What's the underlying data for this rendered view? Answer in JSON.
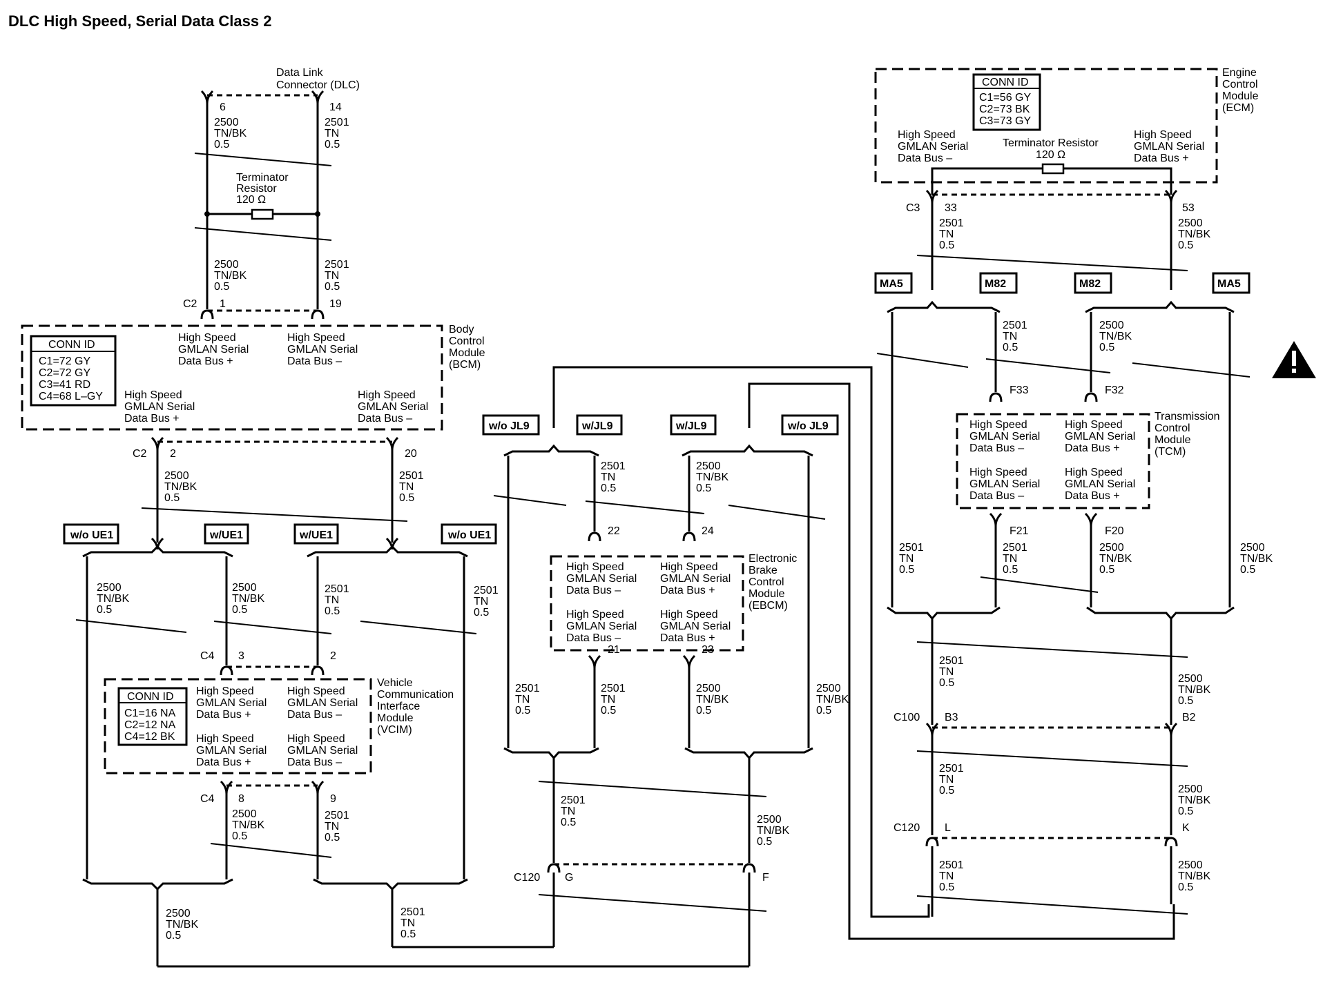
{
  "title": "DLC High Speed, Serial Data Class 2",
  "labels": {
    "hs_bus_plus": [
      "High Speed",
      "GMLAN Serial",
      "Data Bus +"
    ],
    "hs_bus_minus": [
      "High Speed",
      "GMLAN Serial",
      "Data Bus –"
    ],
    "hs_bus_minus_alt": [
      "High Speed",
      "GMLAN Serial",
      "Data Bus –"
    ],
    "terminator_resistor_dlc": [
      "Terminator",
      "Resistor",
      "120 Ω"
    ],
    "terminator_resistor_ecm": [
      "Terminator Resistor",
      "120 Ω"
    ],
    "conn_id_title": "CONN ID"
  },
  "wire_labels": {
    "w2500_tnbk": [
      "2500",
      "TN/BK",
      "0.5"
    ],
    "w2501_tn": [
      "2501",
      "TN",
      "0.5"
    ]
  },
  "modules": {
    "dlc": {
      "name": [
        "Data Link",
        "Connector (DLC)"
      ],
      "pins": [
        "6",
        "14"
      ]
    },
    "bcm": {
      "name": [
        "Body",
        "Control",
        "Module",
        "(BCM)"
      ],
      "conn_ids": [
        "C1=72 GY",
        "C2=72 GY",
        "C3=41 RD",
        "C4=68 L–GY"
      ],
      "connector_top": "C2",
      "pins_top": [
        "1",
        "19"
      ],
      "connector_bottom": "C2",
      "pins_bottom": [
        "2",
        "20"
      ]
    },
    "vcim": {
      "name": [
        "Vehicle",
        "Communication",
        "Interface",
        "Module",
        "(VCIM)"
      ],
      "conn_ids": [
        "C1=16 NA",
        "C2=12 NA",
        "C4=12 BK"
      ],
      "connector_top": "C4",
      "pins_top": [
        "3",
        "2"
      ],
      "connector_bottom": "C4",
      "pins_bottom": [
        "8",
        "9"
      ]
    },
    "ebcm": {
      "name": [
        "Electronic",
        "Brake",
        "Control",
        "Module",
        "(EBCM)"
      ],
      "pins_top": [
        "22",
        "24"
      ],
      "pins_bottom": [
        "21",
        "23"
      ]
    },
    "ecm": {
      "name": [
        "Engine",
        "Control",
        "Module",
        "(ECM)"
      ],
      "conn_ids": [
        "C1=56 GY",
        "C2=73 BK",
        "C3=73 GY"
      ],
      "connector": "C3",
      "pins": [
        "33",
        "53"
      ]
    },
    "tcm": {
      "name": [
        "Transmission",
        "Control",
        "Module",
        "(TCM)"
      ],
      "pins_top": [
        "F33",
        "F32"
      ],
      "pins_bottom": [
        "F21",
        "F20"
      ]
    }
  },
  "options": {
    "wo_ue1": "w/o UE1",
    "w_ue1": "w/UE1",
    "wo_jl9": "w/o JL9",
    "w_jl9": "w/JL9",
    "ma5": "MA5",
    "m82": "M82"
  },
  "connectors": {
    "c100": {
      "name": "C100",
      "pins": [
        "B3",
        "B2"
      ]
    },
    "c120_right": {
      "name": "C120",
      "pins": [
        "L",
        "K"
      ]
    },
    "c120_left": {
      "name": "C120",
      "pins": [
        "G",
        "F"
      ]
    }
  },
  "warning_icon": "warning-triangle-icon"
}
